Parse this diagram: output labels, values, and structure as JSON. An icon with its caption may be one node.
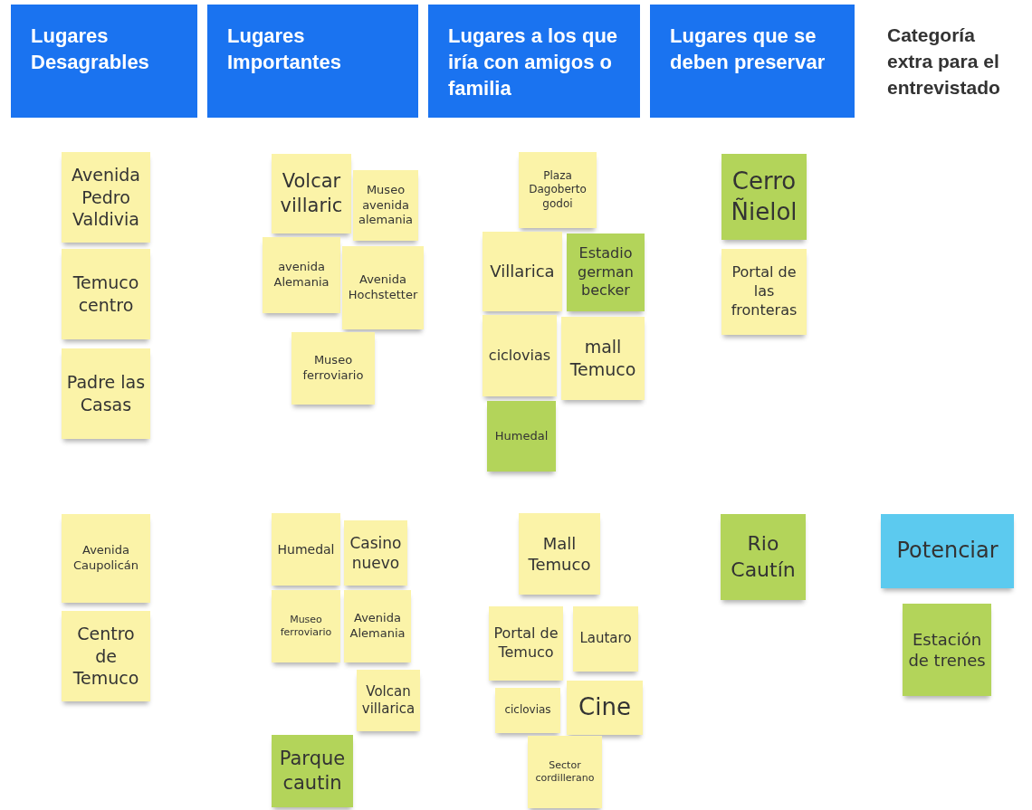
{
  "diagram": {
    "nodes": [
      {
        "text": [
          "Lugares Desagrables"
        ]
      },
      {
        "text": [
          "Lugares Importantes"
        ]
      },
      {
        "text": [
          "Lugares a los que iría con amigos o familia"
        ]
      },
      {
        "text": [
          "Lugares que se deben preservar"
        ]
      },
      {
        "text": [
          "Avenida Pedro Valdivia"
        ]
      },
      {
        "text": [
          "Temuco centro"
        ]
      },
      {
        "text": [
          "Padre las Casas"
        ]
      },
      {
        "text": [
          "Volcar villaric"
        ]
      },
      {
        "text": [
          "Museo avenida alemania"
        ]
      },
      {
        "text": [
          "avenida Alemania"
        ]
      },
      {
        "text": [
          "Avenida Hochstetter"
        ]
      },
      {
        "text": [
          "Museo ferroviario"
        ]
      },
      {
        "text": [
          "Plaza Dagoberto godoi"
        ]
      },
      {
        "text": [
          "Villarica"
        ]
      },
      {
        "text": [
          "Estadio german becker"
        ]
      },
      {
        "text": [
          "ciclovias"
        ]
      },
      {
        "text": [
          "mall Temuco"
        ]
      },
      {
        "text": [
          "Humedal"
        ]
      },
      {
        "text": [
          "Cerro Ñielol"
        ]
      },
      {
        "text": [
          "Portal de las fronteras"
        ]
      },
      {
        "text": [
          "Avenida Caupolicán"
        ]
      },
      {
        "text": [
          "Centro de Temuco"
        ]
      },
      {
        "text": [
          "Humedal"
        ]
      },
      {
        "text": [
          "Casino nuevo"
        ]
      },
      {
        "text": [
          "Museo ferroviario"
        ]
      },
      {
        "text": [
          "Avenida Alemania"
        ]
      },
      {
        "text": [
          "Volcan villarica"
        ]
      },
      {
        "text": [
          "Parque cautin"
        ]
      },
      {
        "text": [
          "Mall Temuco"
        ]
      },
      {
        "text": [
          "Portal de Temuco"
        ]
      },
      {
        "text": [
          "Lautaro"
        ]
      },
      {
        "text": [
          "ciclovias"
        ]
      },
      {
        "text": [
          "Cine"
        ]
      },
      {
        "text": [
          "Sector cordillerano"
        ]
      },
      {
        "text": [
          "Rio Cautín"
        ]
      },
      {
        "text": [
          "Potenciar"
        ]
      },
      {
        "text": [
          "Estación de trenes"
        ]
      }
    ],
    "labels": [
      "Categoría extra para el entrevistado"
    ]
  }
}
